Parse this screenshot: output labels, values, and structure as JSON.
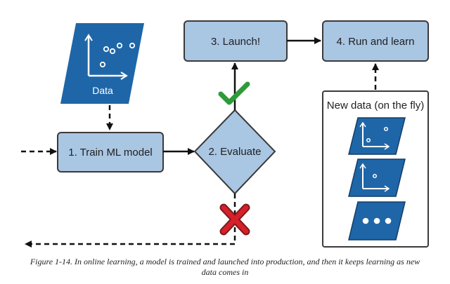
{
  "data_node": {
    "label": "Data"
  },
  "nodes": {
    "train": "1. Train ML model",
    "evaluate": "2. Evaluate",
    "launch": "3. Launch!",
    "run": "4. Run and learn"
  },
  "new_data_panel": {
    "title": "New data (on the fly)"
  },
  "caption": "Figure 1-14. In online learning, a model is trained and launched into production, and then it keeps learning as new data comes in",
  "colors": {
    "box_fill": "#a9c6e3",
    "box_stroke": "#3a3a3a",
    "data_fill": "#1f66a8",
    "check": "#2e9a3a",
    "cross": "#d6202b"
  }
}
